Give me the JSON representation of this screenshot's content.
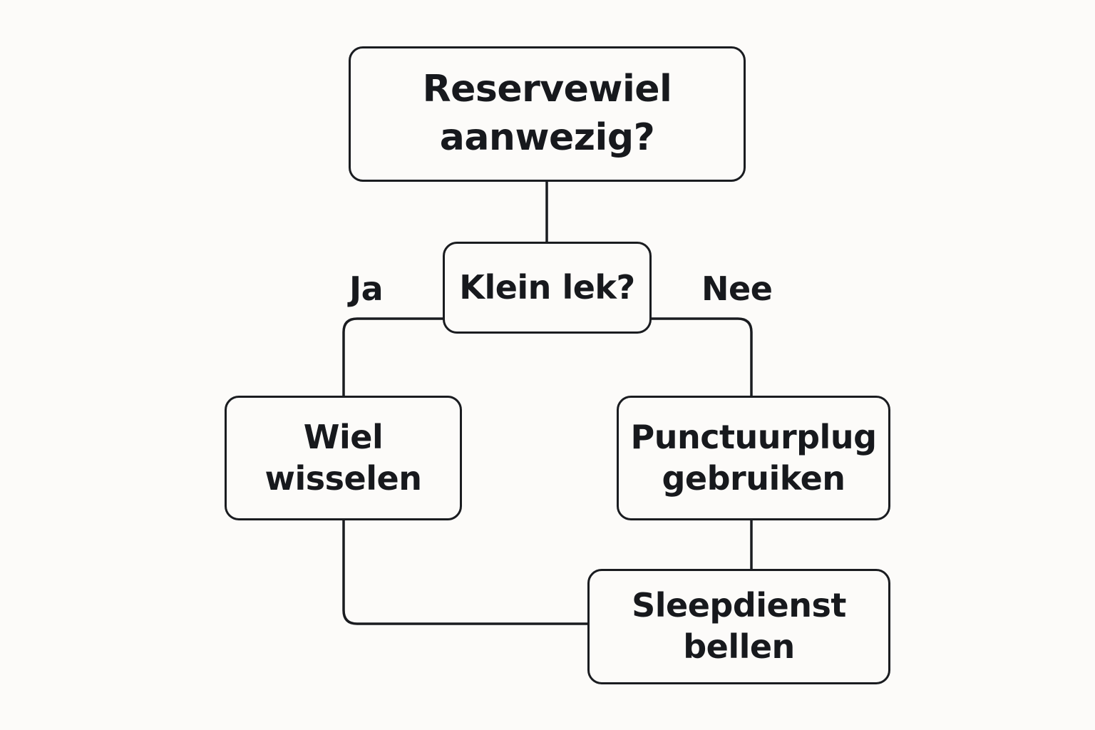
{
  "diagram": {
    "nodes": {
      "spare_question": {
        "label": "Reservewiel\naanwezig?"
      },
      "leak_question": {
        "label": "Klein lek?"
      },
      "change_wheel": {
        "label": "Wiel\nwisselen"
      },
      "use_plug": {
        "label": "Punctuurplug\ngebruiken"
      },
      "call_tow": {
        "label": "Sleepdienst\nbellen"
      }
    },
    "edge_labels": {
      "yes": "Ja",
      "no": "Nee"
    },
    "colors": {
      "stroke": "#1a1c20",
      "text": "#17191d",
      "background": "#fcfbf9"
    }
  }
}
